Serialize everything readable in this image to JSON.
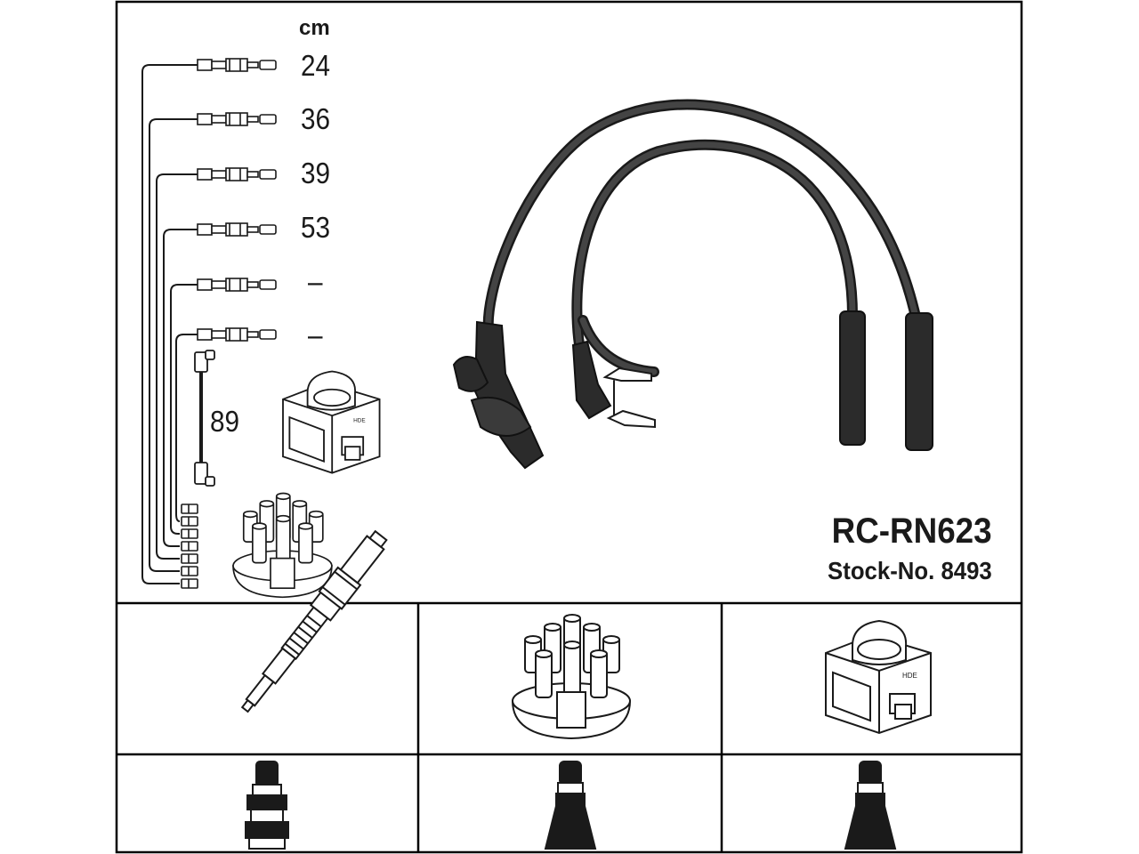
{
  "diagram": {
    "unit": "cm",
    "lengths": [
      "24",
      "36",
      "39",
      "53",
      "–",
      "–",
      "89"
    ],
    "part_number": "RC-RN623",
    "stock_number": "Stock-No. 8493"
  },
  "icons": {
    "lead_connectors": "wire-connector-icon",
    "ignition_lead_set": "ignition-lead-set-icon",
    "ignition_coil": "ignition-coil-icon",
    "distributor_cap": "distributor-cap-icon",
    "spark_plug": "spark-plug-icon",
    "plug_terminal": "plug-terminal-icon",
    "cap_terminal": "cap-terminal-icon",
    "coil_terminal": "coil-terminal-icon"
  },
  "colors": {
    "line": "#1a1a1a",
    "cable": "#2b2b2b",
    "border": "#000000"
  }
}
